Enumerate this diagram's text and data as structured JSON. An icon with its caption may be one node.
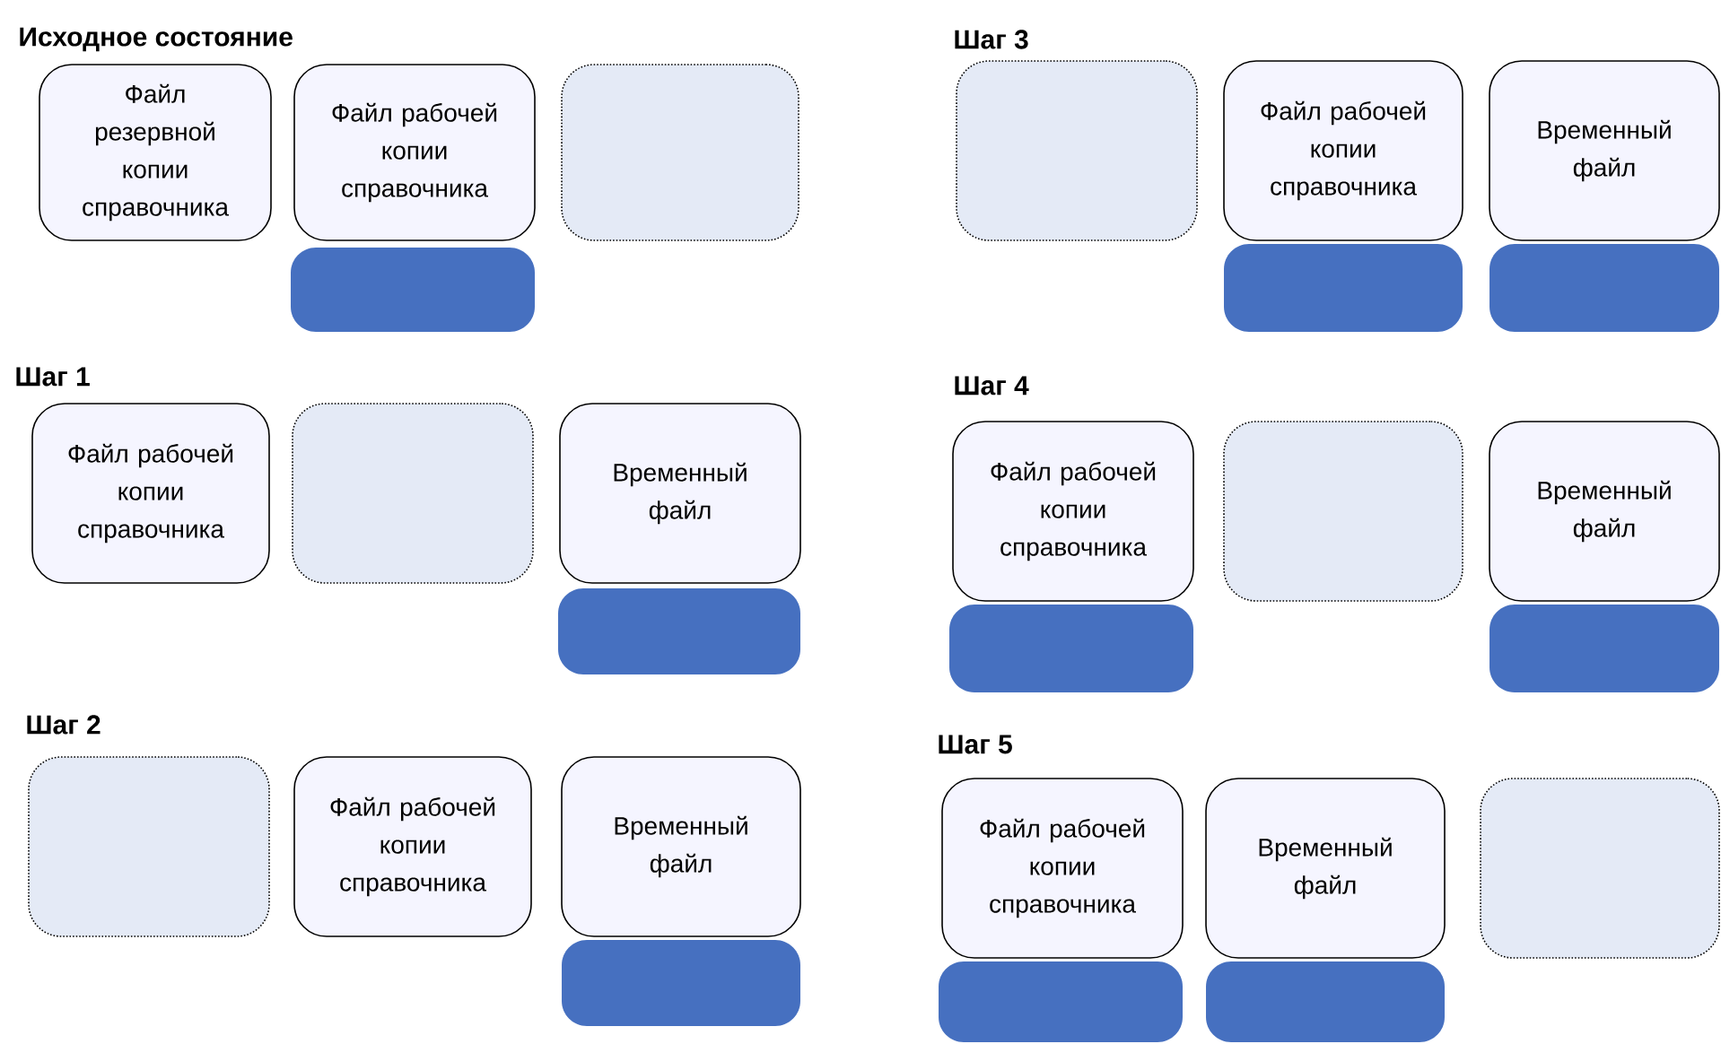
{
  "diagram": {
    "nodes": [
      {
        "text": [
          "Файл резервной копии справочника"
        ]
      },
      {
        "text": [
          "Файл рабочей копии справочника"
        ]
      },
      {
        "text": [],
        "shape": "box"
      },
      {
        "text": [],
        "shape": "bar"
      },
      {
        "text": [
          "Файл рабочей копии справочника"
        ]
      },
      {
        "text": [],
        "shape": "box"
      },
      {
        "text": [
          "Временный файл"
        ]
      },
      {
        "text": [],
        "shape": "bar"
      },
      {
        "text": [],
        "shape": "box"
      },
      {
        "text": [
          "Файл рабочей копии справочника"
        ]
      },
      {
        "text": [
          "Временный файл"
        ]
      },
      {
        "text": [],
        "shape": "bar"
      },
      {
        "text": [],
        "shape": "box"
      },
      {
        "text": [
          "Файл рабочей копии справочника"
        ]
      },
      {
        "text": [
          "Временный файл"
        ]
      },
      {
        "text": [],
        "shape": "bar"
      },
      {
        "text": [],
        "shape": "bar"
      },
      {
        "text": [
          "Файл рабочей копии справочника"
        ]
      },
      {
        "text": [],
        "shape": "box"
      },
      {
        "text": [
          "Временный файл"
        ]
      },
      {
        "text": [],
        "shape": "bar"
      },
      {
        "text": [],
        "shape": "bar"
      },
      {
        "text": [
          "Файл рабочей копии справочника"
        ]
      },
      {
        "text": [
          "Временный файл"
        ]
      },
      {
        "text": [],
        "shape": "box"
      },
      {
        "text": [],
        "shape": "bar"
      },
      {
        "text": [],
        "shape": "bar"
      }
    ],
    "labels": [
      "Исходное состояние",
      "Шаг 3",
      "Шаг 1",
      "Шаг 4",
      "Шаг 2",
      "Шаг 5"
    ]
  }
}
